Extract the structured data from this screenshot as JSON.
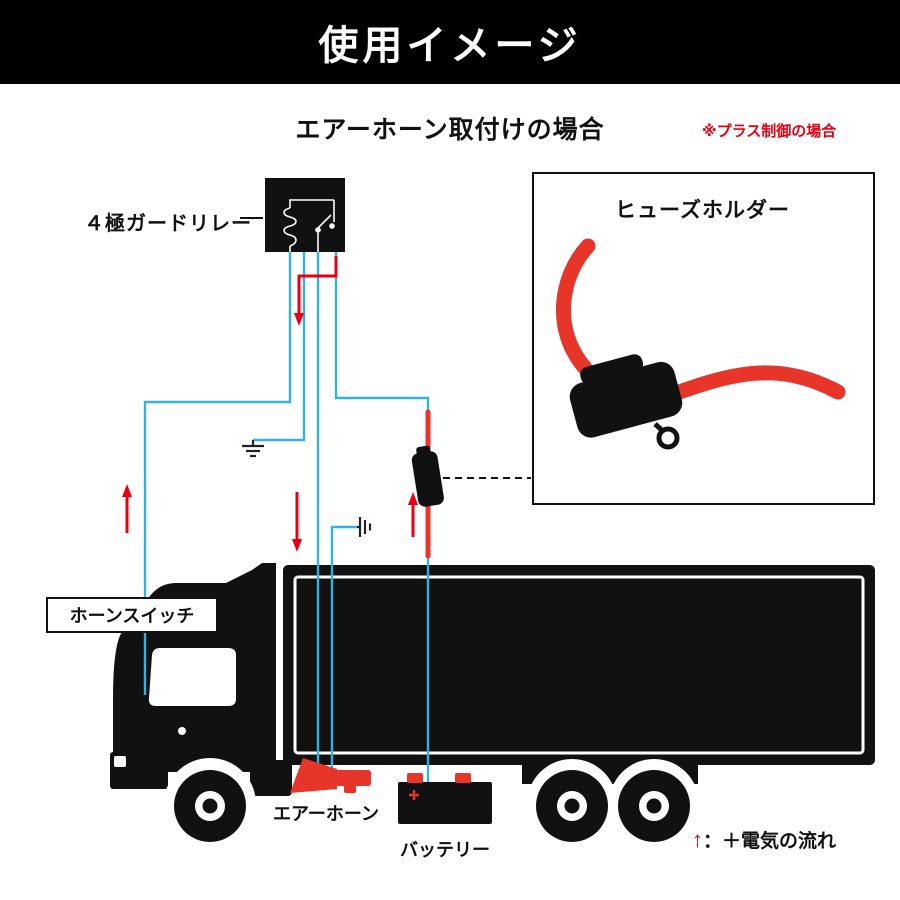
{
  "header": {
    "title": "使用イメージ"
  },
  "diagram": {
    "subtitle": "エアーホーン取付けの場合",
    "note": "※プラス制御の場合",
    "relay_label": "４極ガードリレー",
    "fuse_holder_label": "ヒューズホルダー",
    "horn_switch_label": "ホーンスイッチ",
    "air_horn_label": "エアーホーン",
    "battery_label": "バッテリー",
    "legend": {
      "arrow": "↑",
      "text": "：＋電気の流れ"
    }
  },
  "icons": {
    "ground_icon": "chassis-ground-symbol",
    "terminal_icon": "spade-terminal-symbol",
    "flow_arrow_icon": "red-current-flow-arrow"
  },
  "colors": {
    "wire_blue": "#33b1e0",
    "flow_red": "#e60012",
    "part_red": "#e8352a",
    "truck_black": "#111111",
    "background": "#ffffff"
  }
}
